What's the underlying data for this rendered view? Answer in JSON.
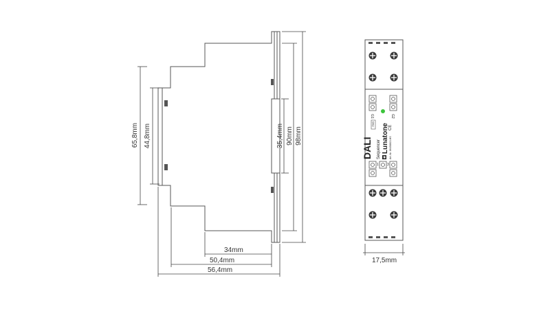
{
  "colors": {
    "line": "#555555",
    "dim_line": "#444444",
    "text": "#333333",
    "led": "#3cc43c",
    "terminal": "#3a3a3a",
    "background": "#ffffff"
  },
  "dimensions": {
    "side_height_inner": "65,8mm",
    "side_height_slot": "44,8mm",
    "side_depth_slot": "35,4mm",
    "side_height_total": "90mm",
    "side_height_overall": "98mm",
    "width_34": "34mm",
    "width_504": "50,4mm",
    "width_564": "56,4mm",
    "front_width": "17,5mm"
  },
  "device_label": {
    "product": "DALI",
    "product_sub": "Sequencer",
    "brand": "Lunatone",
    "art_no": "Art.-Nr. 86458815-HS",
    "badge": "DALI",
    "ce_mark": "CE"
  },
  "terminal_labels": {
    "top_left": "G1",
    "top_right": "G2",
    "bottom_1": "1",
    "bottom_2": "2",
    "bottom_3": "3"
  },
  "icons": [
    "screw-terminal-icon",
    "led-indicator-icon",
    "ce-mark-icon",
    "lunatone-logo-icon"
  ]
}
